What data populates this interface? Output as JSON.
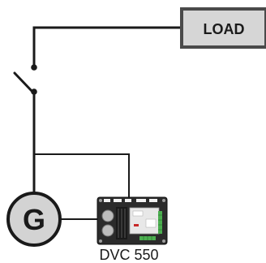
{
  "diagram": {
    "load_label": "LOAD",
    "generator_symbol": "G",
    "controller_label": "DVC 550",
    "switch_state": "open",
    "icons": {
      "generator": "generator-circle-icon",
      "switch": "open-switch-icon",
      "controller": "dvc-550-controller-device-icon"
    },
    "colors": {
      "wire": "#1a1a1a",
      "load_box_fill": "#d6d6d6",
      "load_box_border": "#4a4a4a",
      "generator_fill": "#d3d3d3",
      "device_body": "#2b2b2b",
      "device_panel": "#e8e8e8",
      "device_terminals": "#4caf50",
      "device_accent": "#c62828"
    }
  }
}
